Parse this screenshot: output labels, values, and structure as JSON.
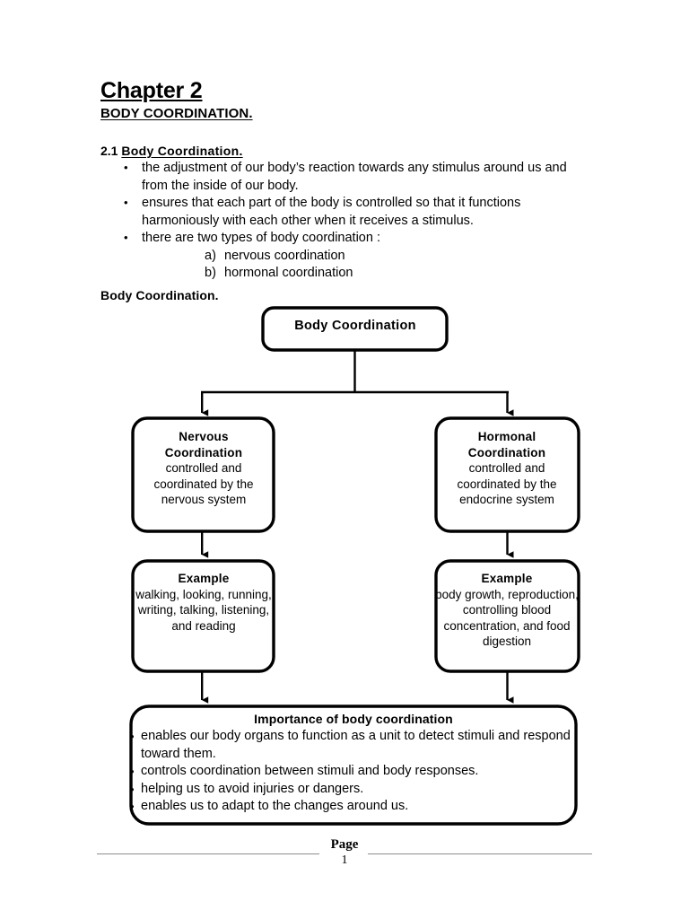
{
  "document": {
    "chapter_title": "Chapter 2",
    "subtitle": "BODY COORDINATION.",
    "section_number": "2.1",
    "section_title": "Body Coordination.",
    "bullets": [
      "the adjustment of our body’s reaction towards any stimulus around us and from the inside of our body.",
      "ensures that each part of the body is controlled so that it functions harmoniously with each other when it receives a stimulus.",
      "there are two types of body coordination :"
    ],
    "sub_items": [
      {
        "marker": "a)",
        "text": "nervous coordination"
      },
      {
        "marker": "b)",
        "text": "hormonal coordination"
      }
    ],
    "chart_label": "Body Coordination."
  },
  "flowchart": {
    "root": {
      "title": "Body Coordination"
    },
    "nervous": {
      "title_line1": "Nervous",
      "title_line2": "Coordination",
      "description": "controlled and coordinated by the nervous system"
    },
    "hormonal": {
      "title_line1": "Hormonal",
      "title_line2": "Coordination",
      "description": "controlled and coordinated by the endocrine system"
    },
    "example_left": {
      "title": "Example",
      "description": "walking, looking, running, writing, talking, listening, and reading"
    },
    "example_right": {
      "title": "Example",
      "description": "body growth, reproduction, controlling blood concentration, and food digestion"
    },
    "importance": {
      "title": "Importance of body coordination",
      "items": [
        "enables our body organs to function as a unit to detect stimuli and respond toward them.",
        "controls coordination between stimuli and body responses.",
        "helping us to avoid injuries or dangers.",
        "enables us to adapt to the changes around us."
      ]
    },
    "colors": {
      "stroke": "#000000",
      "fill": "#ffffff"
    }
  },
  "footer": {
    "label": "Page",
    "number": "1"
  }
}
